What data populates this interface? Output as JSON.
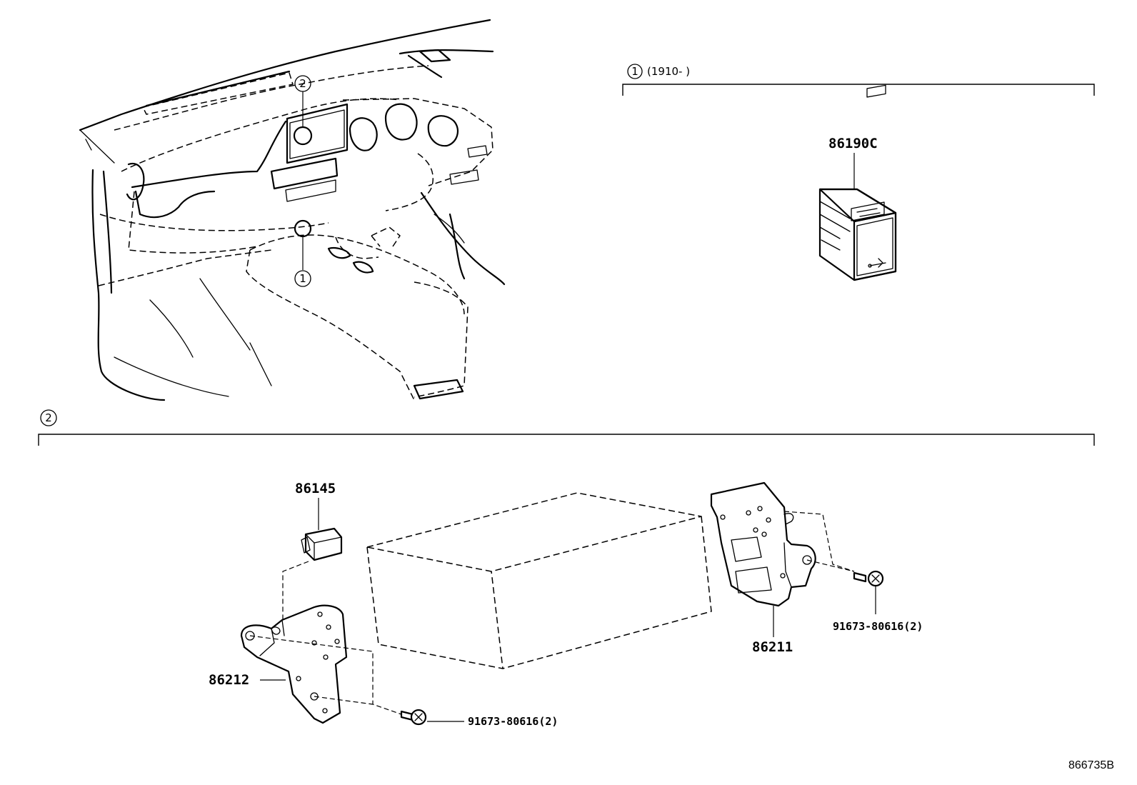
{
  "callouts": {
    "one": "1",
    "two": "2"
  },
  "section1": {
    "marker": "1",
    "condition": "(1910-      )",
    "part_label": "86190C"
  },
  "section2": {
    "marker": "2",
    "parts": {
      "speaker": "86145",
      "bracket_left": "86212",
      "bracket_right": "86211",
      "screw_left": "91673-80616(2)",
      "screw_right": "91673-80616(2)"
    }
  },
  "illustration_ref": "866735B",
  "icons": [
    "usb-icon",
    "screw-icon"
  ]
}
